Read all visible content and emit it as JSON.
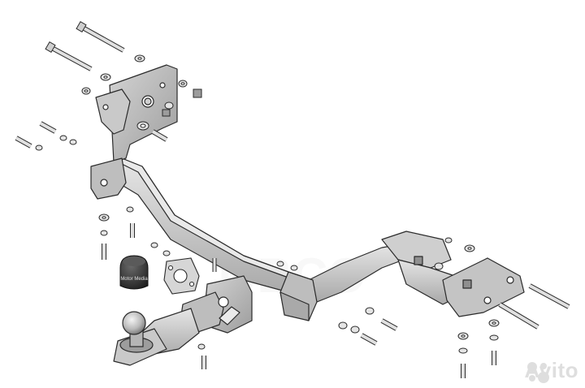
{
  "image": {
    "subject": "Exploded view of a tow bar (trailer hitch) assembly with bolts, washers, tow ball and cap",
    "watermark_text": "OBCO",
    "ball_cap_label": "Motor Media"
  },
  "logo": {
    "text": "Avito",
    "icon": "avito-dots-icon"
  },
  "colors": {
    "metal_light": "#d8d8d8",
    "metal_mid": "#b9b9b9",
    "metal_dark": "#8f8f8f",
    "outline": "#2b2b2b",
    "cap": "#3a3a3a",
    "logo": "#d9d9d9"
  }
}
